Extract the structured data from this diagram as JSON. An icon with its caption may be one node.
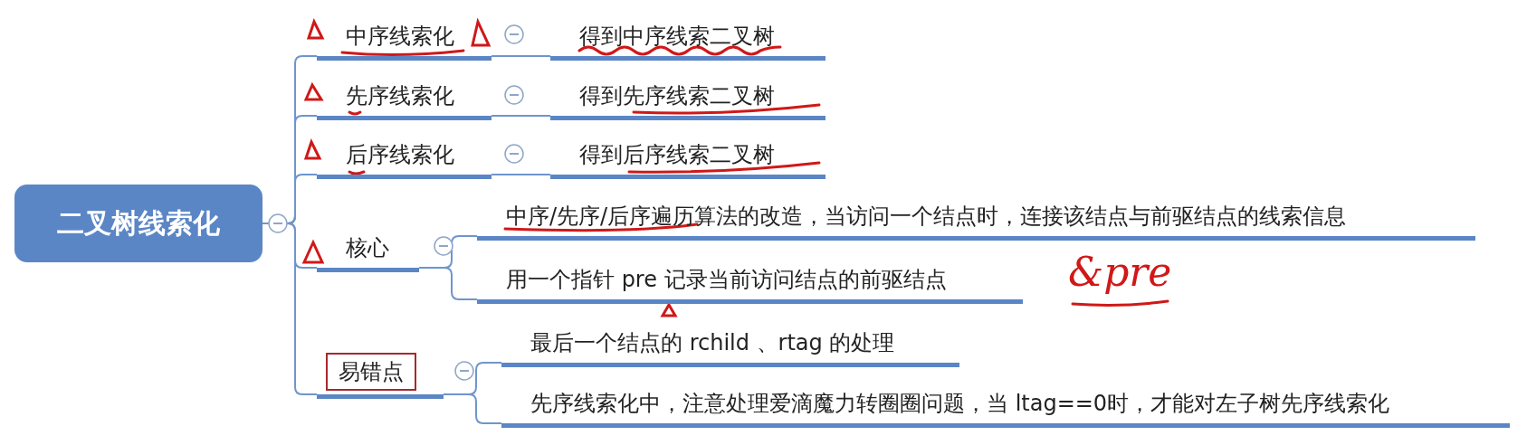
{
  "diagram": {
    "nodes": [
      {
        "text": [
          "二叉树线索化"
        ]
      },
      {
        "text": [
          "中序线索化"
        ]
      },
      {
        "text": [
          "得到中序线索二叉树"
        ]
      },
      {
        "text": [
          "先序线索化"
        ]
      },
      {
        "text": [
          "得到先序线索二叉树"
        ]
      },
      {
        "text": [
          "后序线索化"
        ]
      },
      {
        "text": [
          "得到后序线索二叉树"
        ]
      },
      {
        "text": [
          "核心"
        ]
      },
      {
        "text": [
          "中序/先序/后序遍历算法的改造，当访问一个结点时，连接该结点与前驱结点的线索信息"
        ]
      },
      {
        "text": [
          "用一个指针 pre 记录当前访问结点的前驱结点"
        ]
      },
      {
        "text": [
          "易错点"
        ]
      },
      {
        "text": [
          "最后一个结点的 rchild 、rtag 的处理"
        ]
      },
      {
        "text": [
          "先序线索化中，注意处理爱滴魔力转圈圈问题，当 ltag==0时，才能对左子树先序线索化"
        ]
      }
    ],
    "edges": [
      {
        "from": 0,
        "to": 1,
        "arrow": "none"
      },
      {
        "from": 0,
        "to": 3,
        "arrow": "none"
      },
      {
        "from": 0,
        "to": 5,
        "arrow": "none"
      },
      {
        "from": 0,
        "to": 7,
        "arrow": "none"
      },
      {
        "from": 0,
        "to": 10,
        "arrow": "none"
      },
      {
        "from": 1,
        "to": 2,
        "arrow": "none"
      },
      {
        "from": 3,
        "to": 4,
        "arrow": "none"
      },
      {
        "from": 5,
        "to": 6,
        "arrow": "none"
      },
      {
        "from": 7,
        "to": 8,
        "arrow": "none"
      },
      {
        "from": 7,
        "to": 9,
        "arrow": "none"
      },
      {
        "from": 10,
        "to": 11,
        "arrow": "none"
      },
      {
        "from": 10,
        "to": 12,
        "arrow": "none"
      }
    ],
    "labels": [
      "&pre"
    ]
  }
}
